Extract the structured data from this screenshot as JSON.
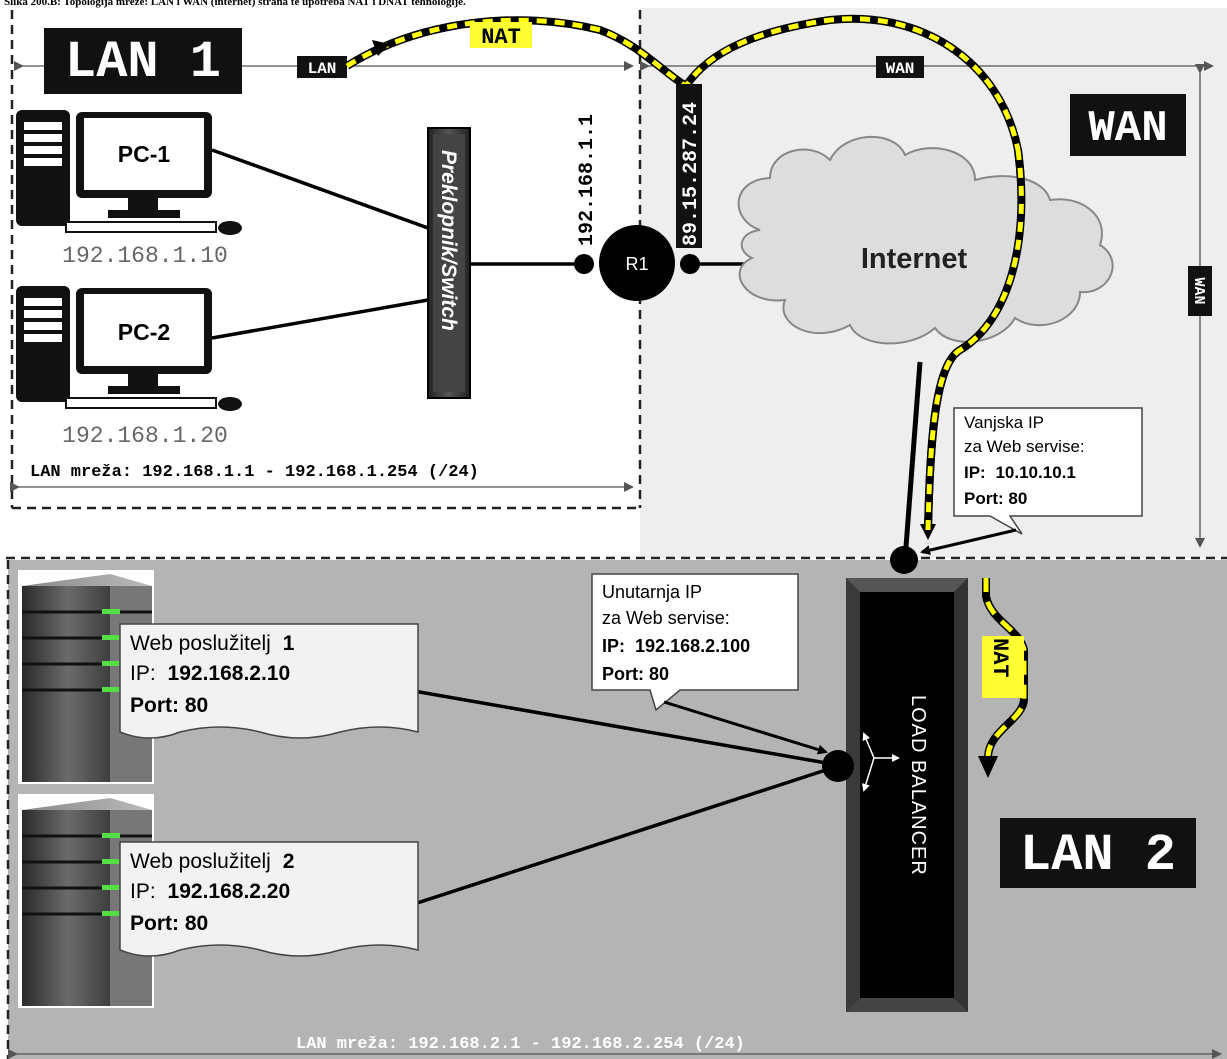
{
  "caption": "Slika 200.B: Topologija mreže: LAN i WAN (internet) strana te upotreba NAT i DNAT tehnologije.",
  "lan1": {
    "title": "LAN 1",
    "arrow_label": "LAN",
    "range_label": "LAN mreža: 192.168.1.1 - 192.168.1.254 (/24)",
    "pc1": {
      "label": "PC-1",
      "ip": "192.168.1.10"
    },
    "pc2": {
      "label": "PC-2",
      "ip": "192.168.1.20"
    },
    "switch_label": "Preklopnik/Switch",
    "router_lan_ip": "192.168.1.1"
  },
  "router": {
    "label": "R1",
    "wan_ip": "89.15.287.24"
  },
  "nat_label": "NAT",
  "wan": {
    "title": "WAN",
    "arrow_label": "WAN",
    "vertical_label": "WAN",
    "cloud_label": "Internet"
  },
  "external_callout": {
    "line1": "Vanjska IP",
    "line2": "za Web servise:",
    "ip_prefix": "IP:",
    "ip_value": "10.10.10.1",
    "port": "Port: 80"
  },
  "internal_callout": {
    "line1": "Unutarnja IP",
    "line2": "za Web servise:",
    "ip_prefix": "IP:",
    "ip_value": "192.168.2.100",
    "port": "Port: 80"
  },
  "server1": {
    "name_prefix": "Web poslužitelj",
    "number": "1",
    "ip_prefix": "IP:",
    "ip_value": "192.168.2.10",
    "port": "Port: 80"
  },
  "server2": {
    "name_prefix": "Web poslužitelj",
    "number": "2",
    "ip_prefix": "IP:",
    "ip_value": "192.168.2.20",
    "port": "Port: 80"
  },
  "load_balancer": {
    "label": "LOAD BALANCER"
  },
  "nat2_label": "NAT",
  "lan2": {
    "title": "LAN 2",
    "range_label": "LAN mreža: 192.168.2.1 - 192.168.2.254 (/24)"
  },
  "colors": {
    "wan_bg": "#eeeeee",
    "lan2_bg": "#b4b4b4",
    "nat_yellow": "#ffff33",
    "path_yellow": "#ffff00",
    "cloud": "#dddddd",
    "led_green": "#55dd44"
  }
}
